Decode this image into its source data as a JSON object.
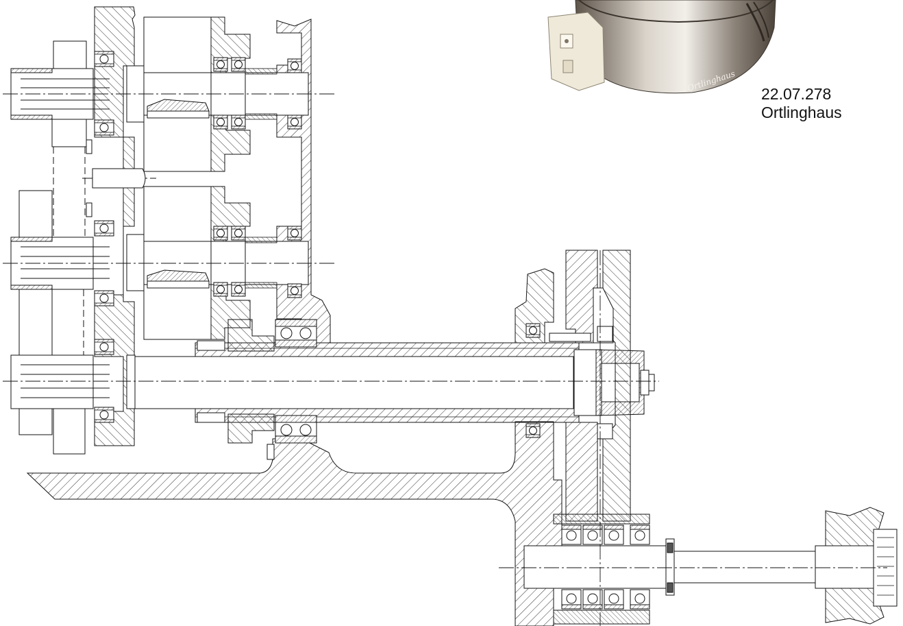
{
  "caption": {
    "part_number": "22.07.278",
    "manufacturer": "Ortlinghaus"
  },
  "photo": {
    "description_icon": "clutch-photo",
    "engraving": "Ortlinghaus"
  },
  "colors": {
    "line": "#111111",
    "hatch": "#333333",
    "background": "#ffffff",
    "metal_dark": "#6b6258",
    "metal_light": "#d8d2c8",
    "ceramic": "#efe9d9"
  }
}
